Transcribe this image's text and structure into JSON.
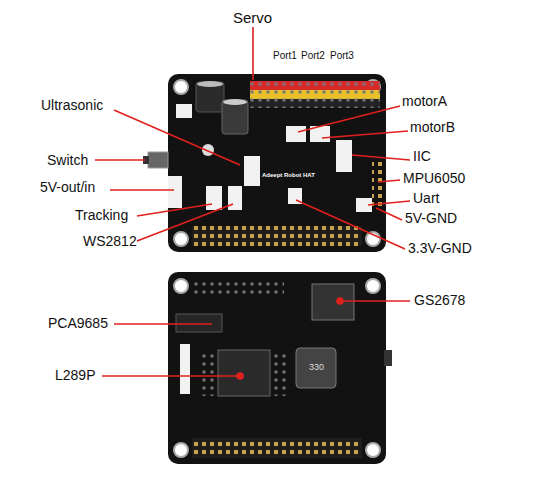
{
  "diagram": {
    "labels": [
      "Servo",
      "Port1",
      "Port2",
      "Port3",
      "Ultrasonic",
      "motorA",
      "motorB",
      "Switch",
      "IIC",
      "MPU6050",
      "5V-out/in",
      "Uart",
      "Tracking",
      "5V-GND",
      "WS2812",
      "3.3V-GND",
      "GS2678",
      "PCA9685",
      "L289P",
      "Adeept Robot HAT",
      "330"
    ]
  }
}
